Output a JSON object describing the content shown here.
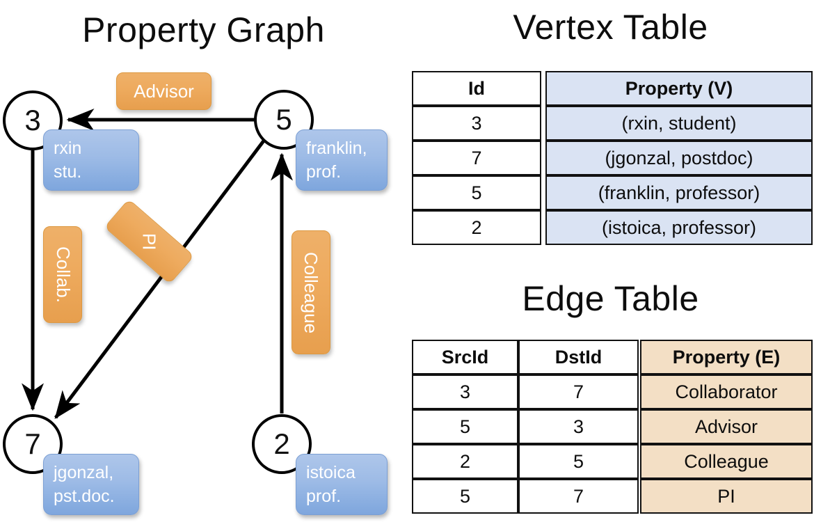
{
  "titles": {
    "property_graph": "Property Graph",
    "vertex_table": "Vertex Table",
    "edge_table": "Edge Table"
  },
  "graph": {
    "vertices": [
      {
        "id": "3",
        "name": "rxin",
        "role": "stu.",
        "prop_line1": "rxin",
        "prop_line2": "stu."
      },
      {
        "id": "5",
        "name": "franklin",
        "role": "prof.",
        "prop_line1": "franklin,",
        "prop_line2": "prof."
      },
      {
        "id": "7",
        "name": "jgonzal",
        "role": "pst.doc.",
        "prop_line1": "jgonzal,",
        "prop_line2": "pst.doc."
      },
      {
        "id": "2",
        "name": "istoica",
        "role": "prof.",
        "prop_line1": "istoica",
        "prop_line2": "prof."
      }
    ],
    "edge_labels": {
      "advisor": "Advisor",
      "collab": "Collab.",
      "pi": "PI",
      "colleague": "Colleague"
    },
    "edges": [
      {
        "src": "5",
        "dst": "3",
        "label": "Advisor"
      },
      {
        "src": "3",
        "dst": "7",
        "label": "Collab."
      },
      {
        "src": "5",
        "dst": "7",
        "label": "PI"
      },
      {
        "src": "2",
        "dst": "5",
        "label": "Colleague"
      }
    ]
  },
  "vertex_table": {
    "headers": [
      "Id",
      "Property (V)"
    ],
    "rows": [
      {
        "id": "3",
        "property": "(rxin, student)"
      },
      {
        "id": "7",
        "property": "(jgonzal, postdoc)"
      },
      {
        "id": "5",
        "property": "(franklin, professor)"
      },
      {
        "id": "2",
        "property": "(istoica, professor)"
      }
    ]
  },
  "edge_table": {
    "headers": [
      "SrcId",
      "DstId",
      "Property (E)"
    ],
    "rows": [
      {
        "src": "3",
        "dst": "7",
        "property": "Collaborator"
      },
      {
        "src": "5",
        "dst": "3",
        "property": "Advisor"
      },
      {
        "src": "2",
        "dst": "5",
        "property": "Colleague"
      },
      {
        "src": "5",
        "dst": "7",
        "property": "PI"
      }
    ]
  },
  "colors": {
    "vertex_prop_blue": "#9dbbe6",
    "edge_label_orange": "#eeab5f",
    "table_blue": "#dae3f3",
    "table_orange": "#f3dfc5",
    "stroke": "#000000"
  }
}
